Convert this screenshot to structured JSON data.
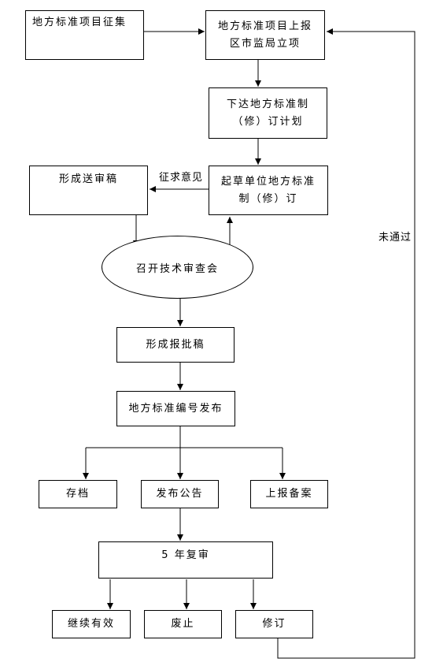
{
  "nodes": {
    "collect": "地方标准项目征集",
    "report_line1": "地方标准项目上报",
    "report_line2": "区市监局立项",
    "plan_line1": "下达地方标准制",
    "plan_line2": "（修）订计划",
    "draft_line1": "起草单位地方标准",
    "draft_line2": "制（修）订",
    "review_draft": "形成送审稿",
    "meeting": "召开技术审查会",
    "approval_draft": "形成报批稿",
    "publish": "地方标准编号发布",
    "archive": "存档",
    "announce": "发布公告",
    "filing": "上报备案",
    "five_year_review": "5 年复审",
    "continue_valid": "继续有效",
    "abolish": "废止",
    "revise": "修订"
  },
  "edge_labels": {
    "solicit": "征求意见",
    "not_passed": "未通过"
  }
}
